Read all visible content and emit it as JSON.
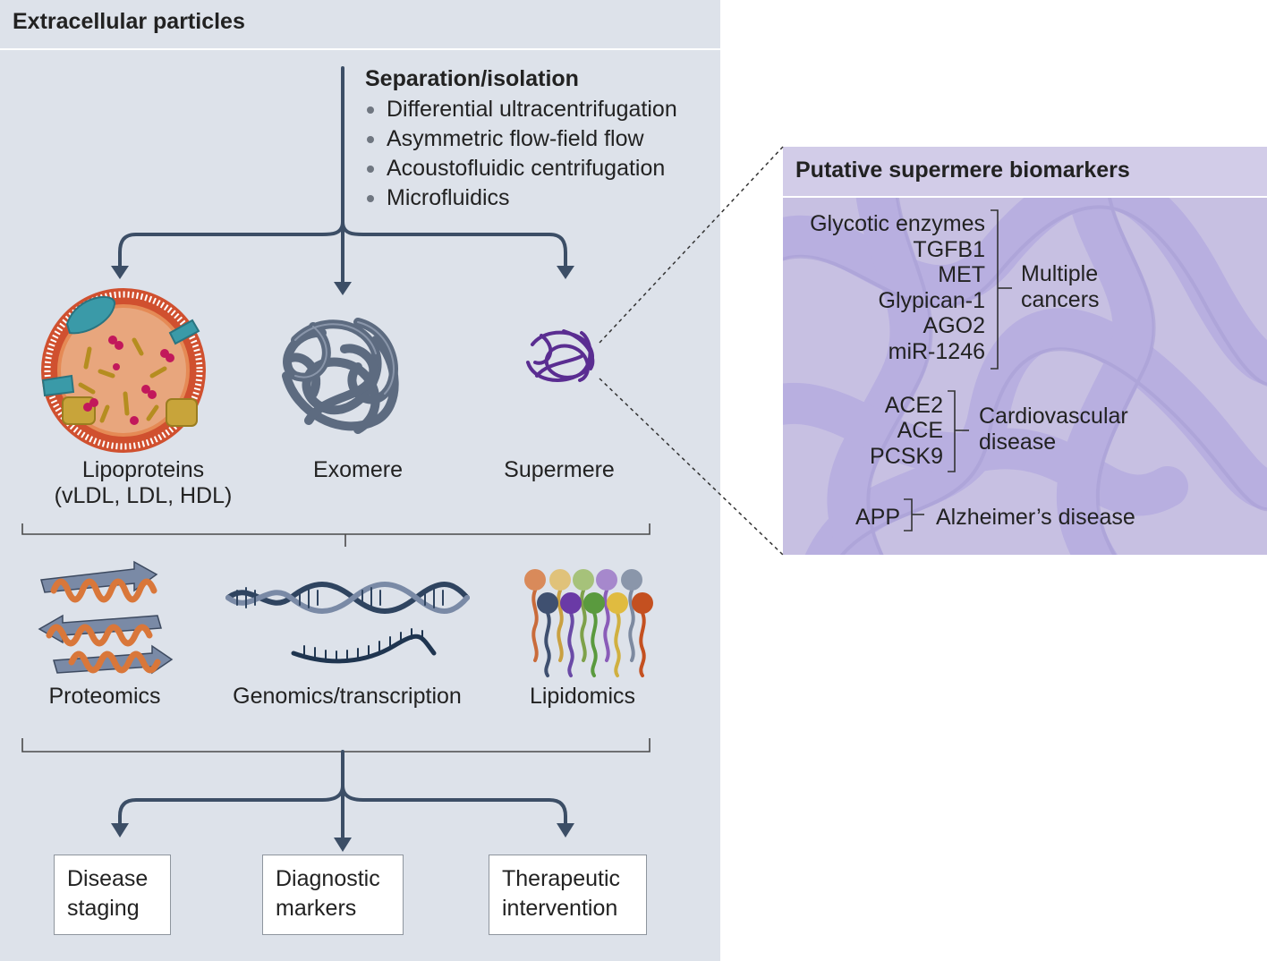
{
  "left_panel": {
    "title": "Extracellular particles",
    "separation": {
      "heading": "Separation/isolation",
      "methods": [
        "Differential ultracentrifugation",
        "Asymmetric flow-field flow",
        "Acoustofluidic centrifugation",
        "Microfluidics"
      ]
    },
    "particles": [
      {
        "label_line1": "Lipoproteins",
        "label_line2": "(vLDL, LDL, HDL)",
        "icon": "lipoprotein-icon"
      },
      {
        "label_line1": "Exomere",
        "label_line2": "",
        "icon": "exomere-icon"
      },
      {
        "label_line1": "Supermere",
        "label_line2": "",
        "icon": "supermere-icon"
      }
    ],
    "analyses": [
      {
        "label": "Proteomics",
        "icon": "protein-ribbon-icon"
      },
      {
        "label": "Genomics/transcription",
        "icon": "dna-rna-icon"
      },
      {
        "label": "Lipidomics",
        "icon": "lipid-bilayer-icon"
      }
    ],
    "outcomes": [
      {
        "line1": "Disease",
        "line2": "staging"
      },
      {
        "line1": "Diagnostic",
        "line2": "markers"
      },
      {
        "line1": "Therapeutic",
        "line2": "intervention"
      }
    ]
  },
  "right_panel": {
    "title": "Putative supermere biomarkers",
    "groups": [
      {
        "markers": [
          "Glycotic enzymes",
          "TGFB1",
          "MET",
          "Glypican-1",
          "AGO2",
          "miR-1246"
        ],
        "disease_line1": "Multiple",
        "disease_line2": "cancers"
      },
      {
        "markers": [
          "ACE2",
          "ACE",
          "PCSK9"
        ],
        "disease_line1": "Cardiovascular",
        "disease_line2": "disease"
      },
      {
        "markers": [
          "APP"
        ],
        "disease_line1": "Alzheimer’s disease",
        "disease_line2": ""
      }
    ]
  },
  "colors": {
    "left_bg": "#dde2ea",
    "right_bg": "#c7c0e2",
    "arrow": "#3c4e66",
    "bracket": "#4a4a4a",
    "supermere": "#5a2d91",
    "exomere": "#5d6b80"
  }
}
